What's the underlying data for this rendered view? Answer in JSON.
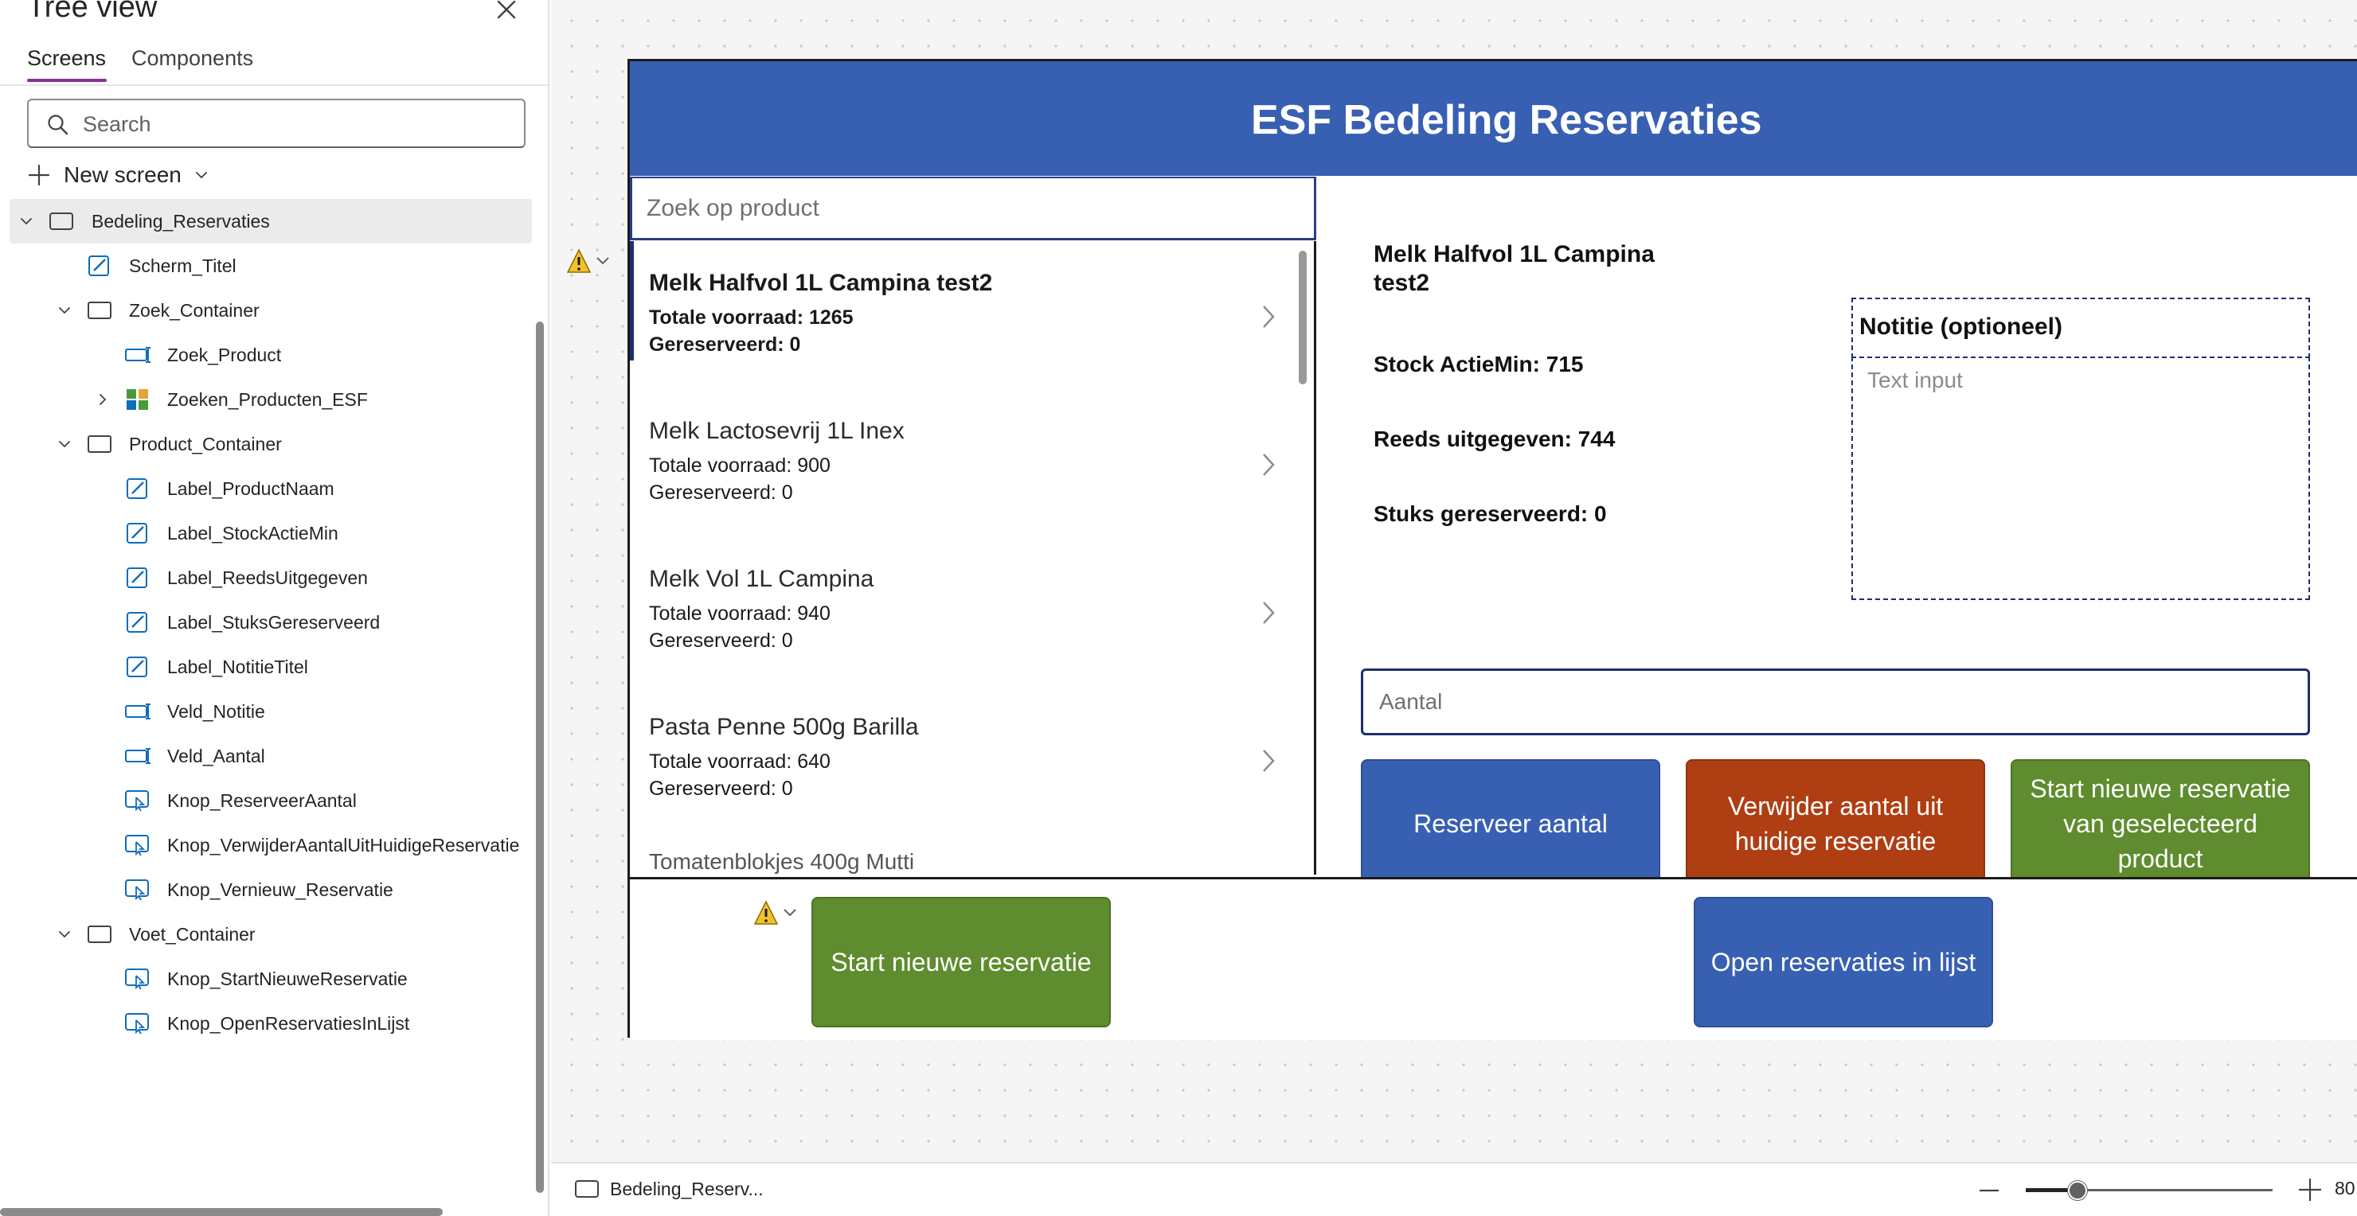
{
  "tree_view": {
    "title": "Tree view",
    "tabs": [
      {
        "label": "Screens",
        "active": true
      },
      {
        "label": "Components",
        "active": false
      }
    ],
    "search_placeholder": "Search",
    "new_screen_label": "New screen",
    "items": [
      {
        "label": "Bedeling_Reservaties",
        "type": "screen",
        "expanded": true,
        "selected": true
      },
      {
        "label": "Scherm_Titel",
        "type": "label"
      },
      {
        "label": "Zoek_Container",
        "type": "container",
        "expanded": true
      },
      {
        "label": "Zoek_Product",
        "type": "text-input"
      },
      {
        "label": "Zoeken_Producten_ESF",
        "type": "gallery",
        "expanded": false
      },
      {
        "label": "Product_Container",
        "type": "container",
        "expanded": true
      },
      {
        "label": "Label_ProductNaam",
        "type": "label"
      },
      {
        "label": "Label_StockActieMin",
        "type": "label"
      },
      {
        "label": "Label_ReedsUitgegeven",
        "type": "label"
      },
      {
        "label": "Label_StuksGereserveerd",
        "type": "label"
      },
      {
        "label": "Label_NotitieTitel",
        "type": "label"
      },
      {
        "label": "Veld_Notitie",
        "type": "text-input"
      },
      {
        "label": "Veld_Aantal",
        "type": "text-input"
      },
      {
        "label": "Knop_ReserveerAantal",
        "type": "button"
      },
      {
        "label": "Knop_VerwijderAantalUitHuidigeReservatie",
        "type": "button"
      },
      {
        "label": "Knop_Vernieuw_Reservatie",
        "type": "button"
      },
      {
        "label": "Voet_Container",
        "type": "container",
        "expanded": true
      },
      {
        "label": "Knop_StartNieuweReservatie",
        "type": "button"
      },
      {
        "label": "Knop_OpenReservatiesInLijst",
        "type": "button"
      }
    ]
  },
  "app": {
    "title": "ESF Bedeling Reservaties",
    "search_placeholder": "Zoek op product",
    "gallery": [
      {
        "name": "Melk Halfvol 1L Campina test2",
        "stock": "Totale voorraad: 1265",
        "reserved": "Gereserveerd: 0",
        "selected": true
      },
      {
        "name": "Melk Lactosevrij 1L Inex",
        "stock": "Totale voorraad: 900",
        "reserved": "Gereserveerd: 0",
        "selected": false
      },
      {
        "name": "Melk Vol 1L Campina",
        "stock": "Totale voorraad: 940",
        "reserved": "Gereserveerd: 0",
        "selected": false
      },
      {
        "name": "Pasta Penne 500g Barilla",
        "stock": "Totale voorraad: 640",
        "reserved": "Gereserveerd: 0",
        "selected": false
      }
    ],
    "gallery_peek": "Tomatenblokjes 400g Mutti",
    "detail": {
      "product_name": "Melk Halfvol 1L Campina test2",
      "stock_actiemin": "Stock ActieMin: 715",
      "reeds_uitgegeven": "Reeds uitgegeven: 744",
      "stuks_gereserveerd": "Stuks gereserveerd: 0",
      "notitie_titel": "Notitie (optioneel)",
      "notitie_placeholder": "Text input",
      "aantal_placeholder": "Aantal"
    },
    "buttons": {
      "reserveer": "Reserveer aantal",
      "verwijder": "Verwijder aantal uit huidige reservatie",
      "start_product": "Start nieuwe reservatie van geselecteerd product",
      "start_nieuw": "Start nieuwe reservatie",
      "open_lijst": "Open reservaties in lijst"
    }
  },
  "status_bar": {
    "screen_name": "Bedeling_Reserv...",
    "zoom_value": "80",
    "zoom_fraction": 0.21
  },
  "colors": {
    "header": "#3860b2",
    "button_blue": "#3860b2",
    "button_red": "#b03e13",
    "button_green": "#5e8c2e",
    "tab_accent": "#8a2d9a",
    "warning": "#f2c12e"
  }
}
